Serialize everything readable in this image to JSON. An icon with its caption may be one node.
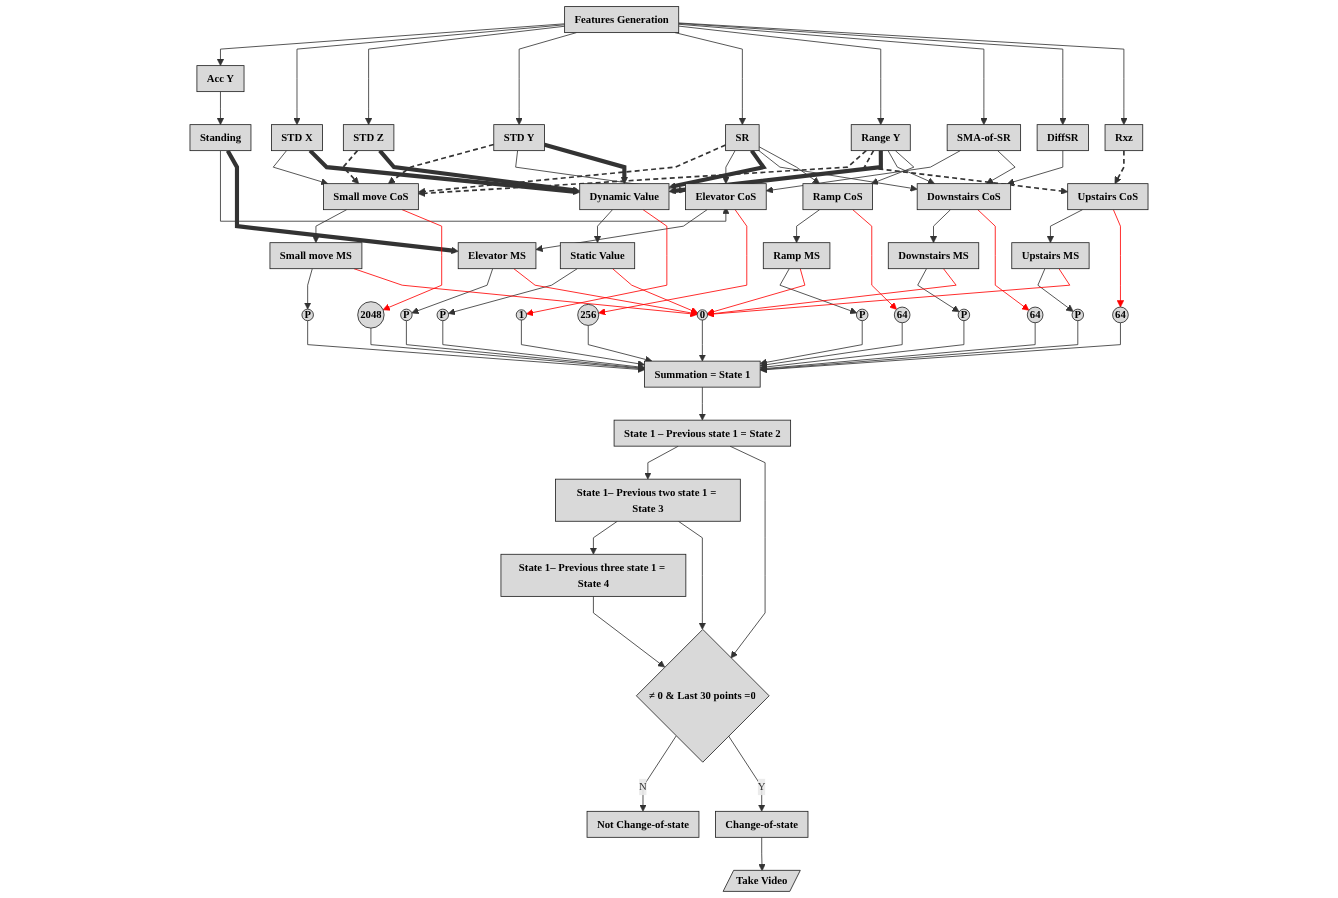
{
  "diagram": {
    "nodes": [
      {
        "text": [
          "Features Generation"
        ]
      },
      {
        "text": [
          "Acc Y"
        ]
      },
      {
        "text": [
          "STD X"
        ]
      },
      {
        "text": [
          "STD Z"
        ]
      },
      {
        "text": [
          "STD Y"
        ]
      },
      {
        "text": [
          "SR"
        ]
      },
      {
        "text": [
          "Range Y"
        ]
      },
      {
        "text": [
          "SMA-of-SR"
        ]
      },
      {
        "text": [
          "DiffSR"
        ]
      },
      {
        "text": [
          "Rxz"
        ]
      },
      {
        "text": [
          "Standing"
        ]
      },
      {
        "text": [
          "Small move CoS"
        ]
      },
      {
        "text": [
          "Elevator CoS"
        ]
      },
      {
        "text": [
          "Upstairs CoS"
        ]
      },
      {
        "text": [
          "Dynamic Value"
        ]
      },
      {
        "text": [
          "Downstairs CoS"
        ]
      },
      {
        "text": [
          "Ramp CoS"
        ]
      },
      {
        "text": [
          "Small move MS"
        ]
      },
      {
        "text": [
          "Elevator MS"
        ]
      },
      {
        "text": [
          "Upstairs MS"
        ]
      },
      {
        "text": [
          "Static Value"
        ]
      },
      {
        "text": [
          "Downstairs MS"
        ]
      },
      {
        "text": [
          "Ramp MS"
        ]
      },
      {
        "text": [
          "P"
        ]
      },
      {
        "text": [
          "2048"
        ]
      },
      {
        "text": [
          "256"
        ]
      },
      {
        "text": [
          "P"
        ]
      },
      {
        "text": [
          "64"
        ]
      },
      {
        "text": [
          "0"
        ]
      },
      {
        "text": [
          "P"
        ]
      },
      {
        "text": [
          "1"
        ]
      },
      {
        "text": [
          "P"
        ]
      },
      {
        "text": [
          "64"
        ]
      },
      {
        "text": [
          "P"
        ]
      },
      {
        "text": [
          "64"
        ]
      },
      {
        "text": [
          "P"
        ]
      },
      {
        "text": [
          "Summation = State 1"
        ]
      },
      {
        "text": [
          "State 1 – Previous state 1 = State 2"
        ]
      },
      {
        "text": [
          "State 1– Previous two state 1 = State 3"
        ]
      },
      {
        "text": [
          "State 1– Previous three state 1 = State 4"
        ]
      },
      {
        "text": [
          "≠ 0 & Last 30 points =0"
        ]
      },
      {
        "text": [
          "Not Change-of-state"
        ]
      },
      {
        "text": [
          "Change-of-state"
        ]
      },
      {
        "text": [
          "Take Video"
        ]
      }
    ],
    "edges": [
      {
        "from": 0,
        "to": 1,
        "arrow": "to"
      },
      {
        "from": 0,
        "to": 2,
        "arrow": "to"
      },
      {
        "from": 0,
        "to": 3,
        "arrow": "to"
      },
      {
        "from": 0,
        "to": 4,
        "arrow": "to"
      },
      {
        "from": 0,
        "to": 5,
        "arrow": "to"
      },
      {
        "from": 0,
        "to": 6,
        "arrow": "to"
      },
      {
        "from": 0,
        "to": 7,
        "arrow": "to"
      },
      {
        "from": 0,
        "to": 8,
        "arrow": "to"
      },
      {
        "from": 0,
        "to": 9,
        "arrow": "to"
      },
      {
        "from": 1,
        "to": 10,
        "arrow": "to"
      },
      {
        "from": 2,
        "to": 11,
        "arrow": "to"
      },
      {
        "from": 2,
        "to": 14,
        "arrow": "to",
        "style": "thick"
      },
      {
        "from": 3,
        "to": 11,
        "arrow": "to",
        "style": "dashed"
      },
      {
        "from": 3,
        "to": 14,
        "arrow": "to",
        "style": "thick"
      },
      {
        "from": 4,
        "to": 11,
        "arrow": "to",
        "style": "dashed"
      },
      {
        "from": 4,
        "to": 12,
        "arrow": "to"
      },
      {
        "from": 4,
        "to": 14,
        "arrow": "to",
        "style": "thick"
      },
      {
        "from": 5,
        "to": 11,
        "arrow": "to",
        "style": "dashed"
      },
      {
        "from": 5,
        "to": 12,
        "arrow": "to"
      },
      {
        "from": 5,
        "to": 14,
        "arrow": "to",
        "style": "thick"
      },
      {
        "from": 5,
        "to": 15,
        "arrow": "to"
      },
      {
        "from": 5,
        "to": 16,
        "arrow": "to"
      },
      {
        "from": 6,
        "to": 11,
        "arrow": "to",
        "style": "dashed"
      },
      {
        "from": 6,
        "to": 13,
        "arrow": "to",
        "style": "dashed"
      },
      {
        "from": 6,
        "to": 14,
        "arrow": "to",
        "style": "thick"
      },
      {
        "from": 6,
        "to": 15,
        "arrow": "to"
      },
      {
        "from": 6,
        "to": 16,
        "arrow": "to"
      },
      {
        "from": 7,
        "to": 12,
        "arrow": "to"
      },
      {
        "from": 7,
        "to": 15,
        "arrow": "to"
      },
      {
        "from": 8,
        "to": 15,
        "arrow": "to"
      },
      {
        "from": 9,
        "to": 13,
        "arrow": "to",
        "style": "dashed"
      },
      {
        "from": 10,
        "to": 12,
        "arrow": "to"
      },
      {
        "from": 10,
        "to": 18,
        "arrow": "to",
        "style": "thick"
      },
      {
        "from": 11,
        "to": 17,
        "arrow": "to"
      },
      {
        "from": 12,
        "to": 18,
        "arrow": "to"
      },
      {
        "from": 13,
        "to": 19,
        "arrow": "to"
      },
      {
        "from": 14,
        "to": 20,
        "arrow": "to"
      },
      {
        "from": 15,
        "to": 21,
        "arrow": "to"
      },
      {
        "from": 16,
        "to": 22,
        "arrow": "to"
      },
      {
        "from": 17,
        "to": 23,
        "arrow": "to"
      },
      {
        "from": 18,
        "to": 26,
        "arrow": "to"
      },
      {
        "from": 19,
        "to": 29,
        "arrow": "to"
      },
      {
        "from": 20,
        "to": 31,
        "arrow": "to"
      },
      {
        "from": 21,
        "to": 33,
        "arrow": "to"
      },
      {
        "from": 22,
        "to": 35,
        "arrow": "to"
      },
      {
        "from": 11,
        "to": 24,
        "arrow": "to",
        "color": "#ff0000"
      },
      {
        "from": 12,
        "to": 25,
        "arrow": "to",
        "color": "#ff0000"
      },
      {
        "from": 13,
        "to": 27,
        "arrow": "to",
        "color": "#ff0000"
      },
      {
        "from": 14,
        "to": 30,
        "arrow": "to",
        "color": "#ff0000"
      },
      {
        "from": 15,
        "to": 32,
        "arrow": "to",
        "color": "#ff0000"
      },
      {
        "from": 16,
        "to": 34,
        "arrow": "to",
        "color": "#ff0000"
      },
      {
        "from": 17,
        "to": 28,
        "arrow": "to",
        "color": "#ff0000"
      },
      {
        "from": 18,
        "to": 28,
        "arrow": "to",
        "color": "#ff0000"
      },
      {
        "from": 19,
        "to": 28,
        "arrow": "to",
        "color": "#ff0000"
      },
      {
        "from": 20,
        "to": 28,
        "arrow": "to",
        "color": "#ff0000"
      },
      {
        "from": 21,
        "to": 28,
        "arrow": "to",
        "color": "#ff0000"
      },
      {
        "from": 22,
        "to": 28,
        "arrow": "to",
        "color": "#ff0000"
      },
      {
        "from": 23,
        "to": 36,
        "arrow": "to"
      },
      {
        "from": 24,
        "to": 36,
        "arrow": "to"
      },
      {
        "from": 25,
        "to": 36,
        "arrow": "to"
      },
      {
        "from": 26,
        "to": 36,
        "arrow": "to"
      },
      {
        "from": 27,
        "to": 36,
        "arrow": "to"
      },
      {
        "from": 28,
        "to": 36,
        "arrow": "to"
      },
      {
        "from": 29,
        "to": 36,
        "arrow": "to"
      },
      {
        "from": 30,
        "to": 36,
        "arrow": "to"
      },
      {
        "from": 31,
        "to": 36,
        "arrow": "to"
      },
      {
        "from": 32,
        "to": 36,
        "arrow": "to"
      },
      {
        "from": 33,
        "to": 36,
        "arrow": "to"
      },
      {
        "from": 34,
        "to": 36,
        "arrow": "to"
      },
      {
        "from": 35,
        "to": 36,
        "arrow": "to"
      },
      {
        "from": 36,
        "to": 37,
        "arrow": "to"
      },
      {
        "from": 37,
        "to": 38,
        "arrow": "to"
      },
      {
        "from": 38,
        "to": 39,
        "arrow": "to"
      },
      {
        "from": 37,
        "to": 40,
        "arrow": "to"
      },
      {
        "from": 38,
        "to": 40,
        "arrow": "to"
      },
      {
        "from": 39,
        "to": 40,
        "arrow": "to"
      },
      {
        "from": 40,
        "to": 41,
        "arrow": "to",
        "label": "N"
      },
      {
        "from": 40,
        "to": 42,
        "arrow": "to",
        "label": "Y"
      },
      {
        "from": 42,
        "to": 43,
        "arrow": "to"
      }
    ]
  }
}
